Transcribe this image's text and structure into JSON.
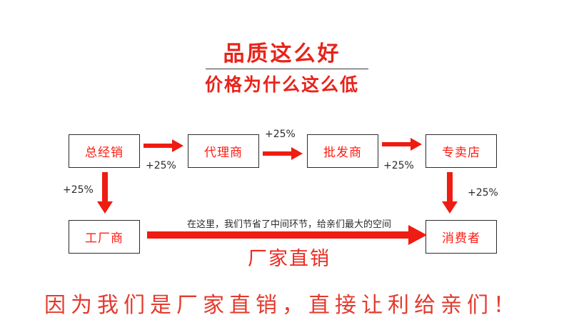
{
  "headline": {
    "main": "品质这么好",
    "sub": "价格为什么这么低"
  },
  "flow": {
    "nodes": [
      {
        "id": "general-distributor",
        "label": "总经销"
      },
      {
        "id": "agent",
        "label": "代理商"
      },
      {
        "id": "wholesaler",
        "label": "批发商"
      },
      {
        "id": "franchise-store",
        "label": "专卖店"
      },
      {
        "id": "factory",
        "label": "工厂商"
      },
      {
        "id": "consumer",
        "label": "消费者"
      }
    ],
    "markups": [
      {
        "id": "distributor-to-agent",
        "label": "+25%"
      },
      {
        "id": "agent-to-wholesaler",
        "label": "+25%"
      },
      {
        "id": "wholesaler-to-store",
        "label": "+25%"
      },
      {
        "id": "factory-to-distributor",
        "label": "+25%"
      },
      {
        "id": "store-to-consumer",
        "label": "+25%"
      }
    ],
    "direct_caption": "在这里，我们节省了中间环节，给亲们最大的空间",
    "direct_label": "厂家直销"
  },
  "slogan": "因为我们是厂家直销，直接让利给亲们！",
  "colors": {
    "title_red": "#e8231a",
    "node_red": "#ff1a10",
    "arrow_red": "#ee1c12",
    "slogan_red": "#e33a2e",
    "outline": "#2b2b2b",
    "background": "#ffffff"
  }
}
